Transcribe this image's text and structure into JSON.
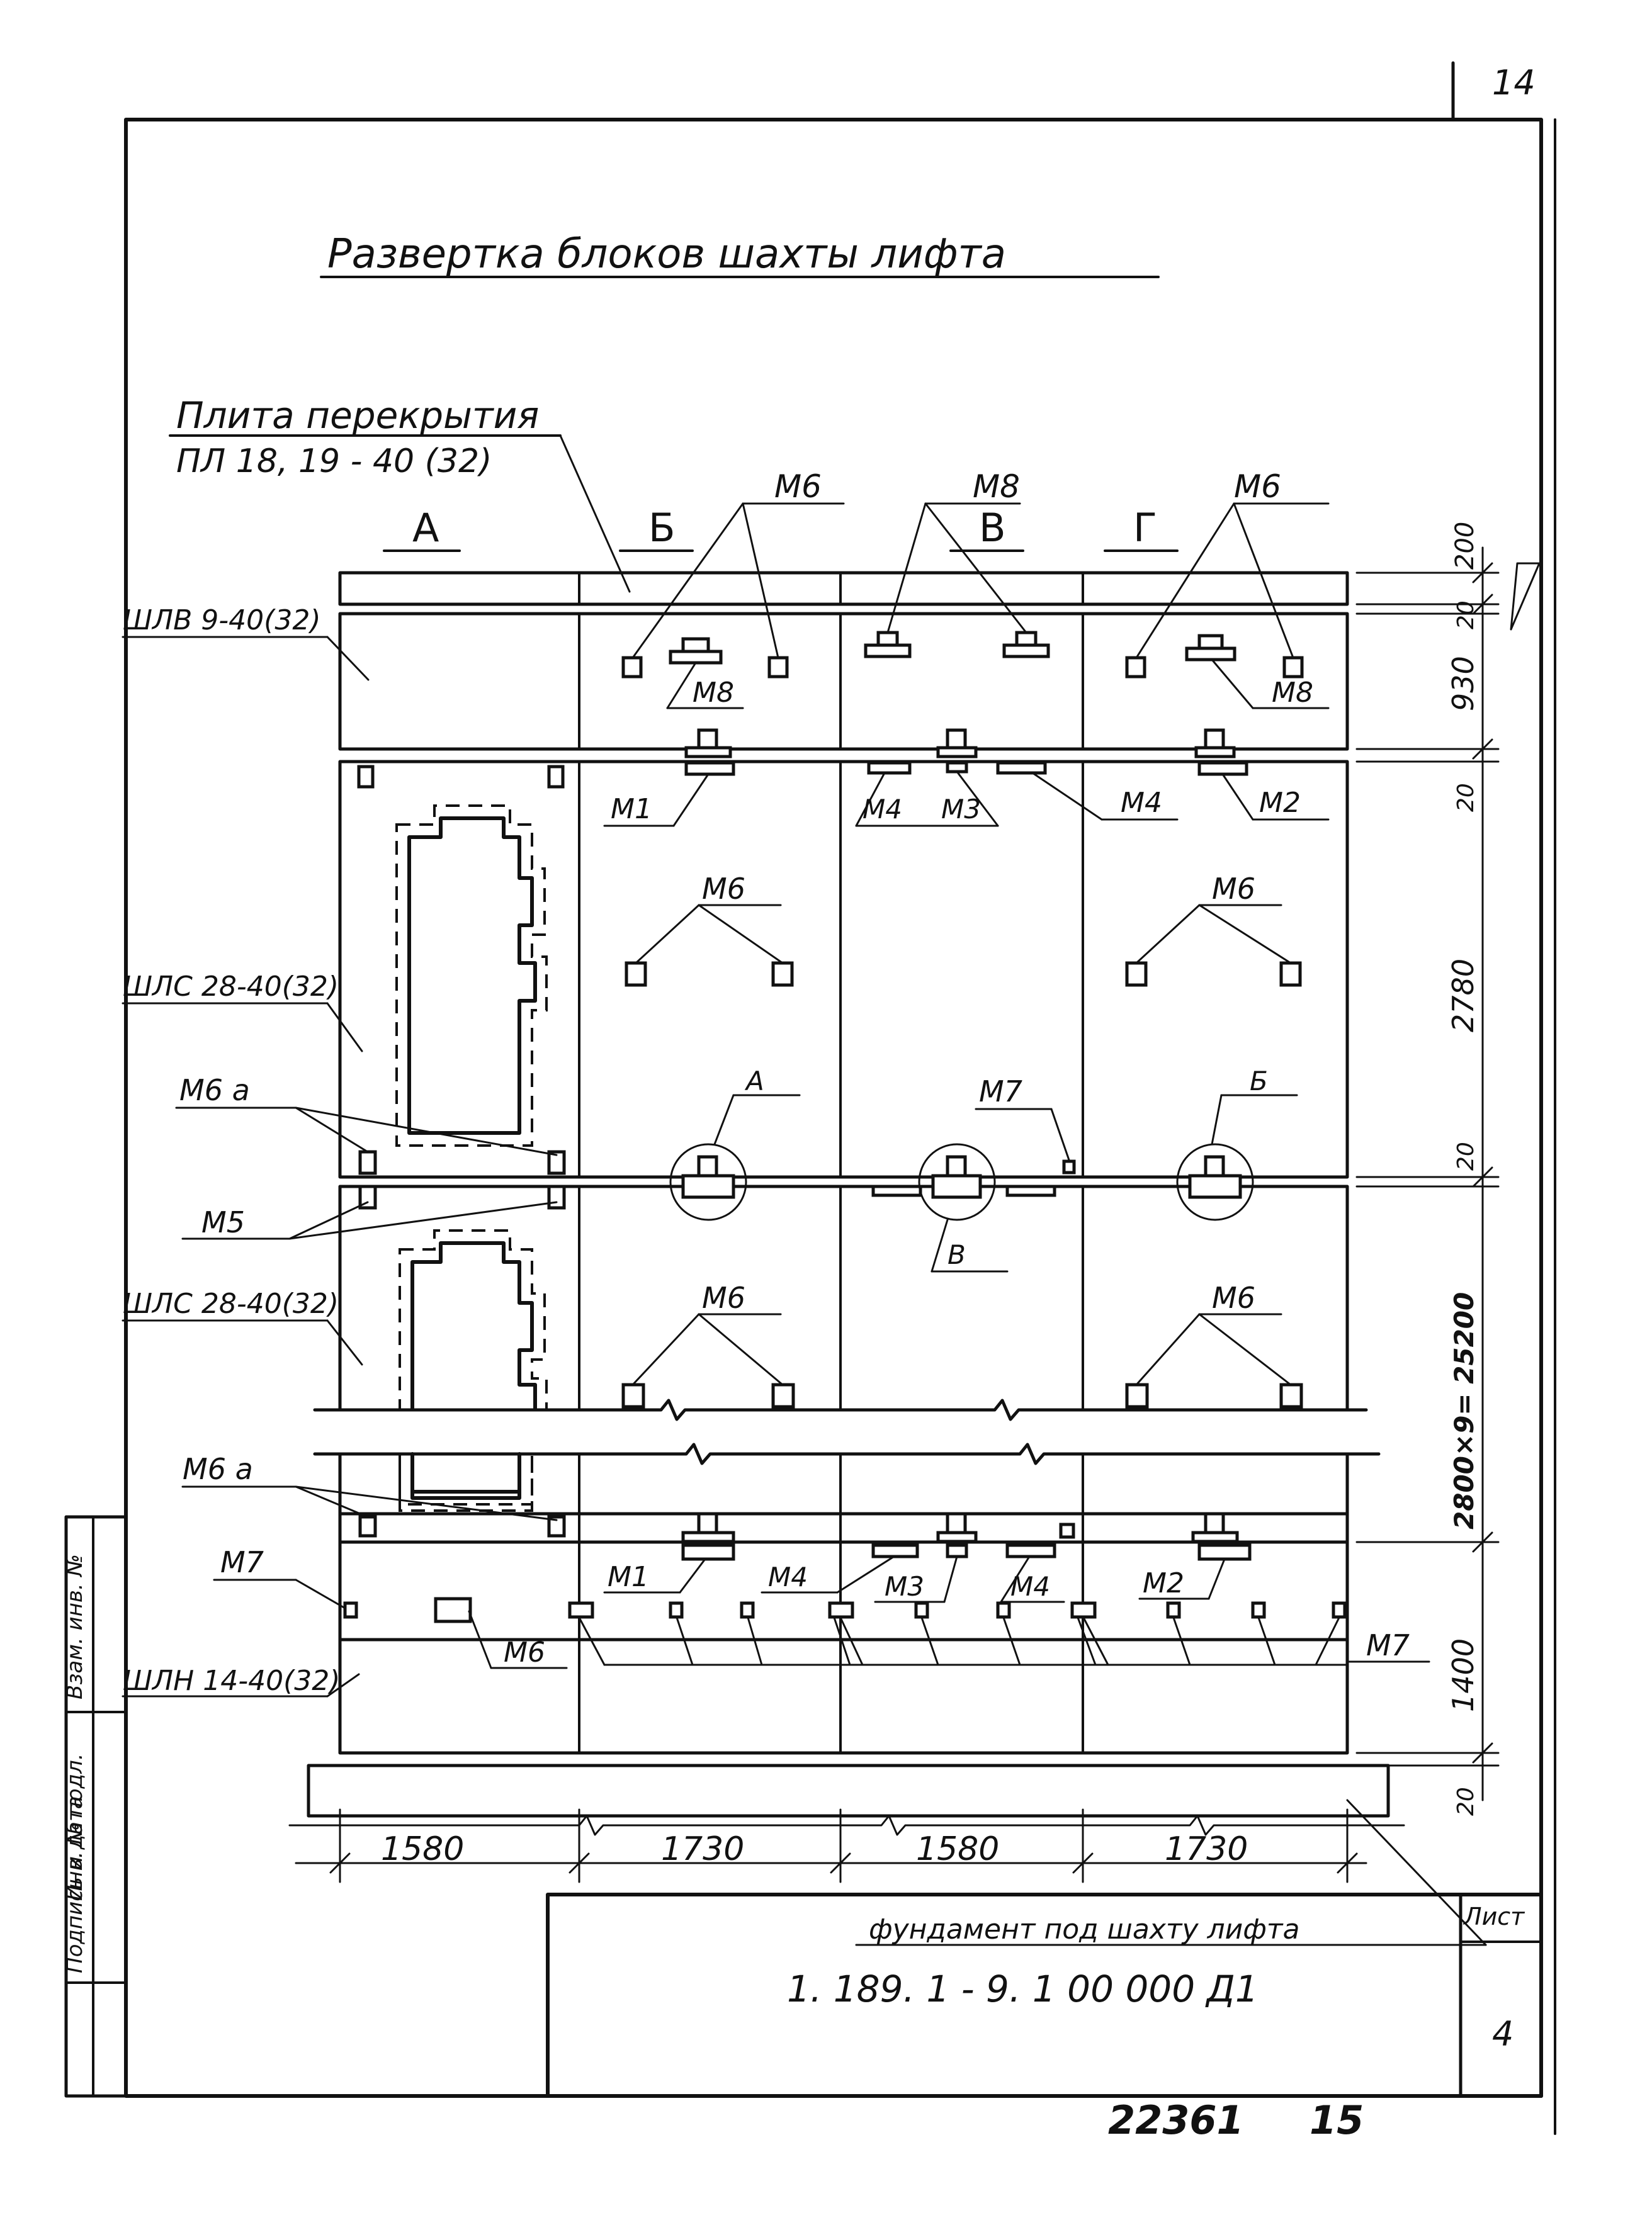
{
  "sheet": {
    "corner_number": "14",
    "title": "Развертка блоков шахты лифта",
    "doc_code": "1. 189. 1 - 9. 1  00  000  Д1",
    "sheet_label": "Лист",
    "sheet_number": "4",
    "footer_left": "22361",
    "footer_right": "15"
  },
  "side_stamp": [
    "Инв. № подл.",
    "Подпись и дата",
    "Взам. инв. №"
  ],
  "slab": {
    "name": "Плита перекрытия",
    "code": "ПЛ 18, 19 - 40 (32)"
  },
  "columns": [
    "А",
    "Б",
    "В",
    "Г"
  ],
  "blocks": {
    "top": "ШЛВ 9-40(32)",
    "mid1": "ШЛС 28-40(32)",
    "mid2": "ШЛС 28-40(32)",
    "bottom": "ШЛН 14-40(32)"
  },
  "marks": {
    "m1": "М1",
    "m2": "М2",
    "m3": "М3",
    "m4": "М4",
    "m5": "М5",
    "m6": "М6",
    "m6a": "М6 а",
    "m7": "М7",
    "m8": "М8"
  },
  "nodes": {
    "a": "А",
    "b": "Б",
    "v": "В"
  },
  "dims_vertical": [
    "200",
    "20",
    "930",
    "20",
    "2780",
    "20",
    "2800×9= 25200",
    "1400",
    "20"
  ],
  "dims_horizontal": [
    "1580",
    "1730",
    "1580",
    "1730"
  ],
  "foundation": "фундамент под шахту лифта"
}
